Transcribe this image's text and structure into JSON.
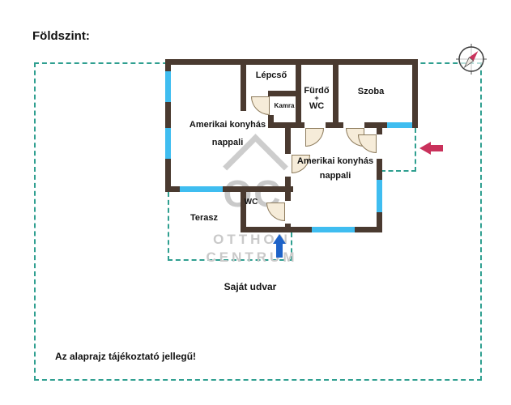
{
  "page": {
    "title": "Földszint:",
    "disclaimer": "Az alaprajz tájékoztató jellegű!"
  },
  "floorplan": {
    "rooms": {
      "staircase": "Lépcső",
      "bathroom": "Fürdő",
      "bathroom_plus": "+",
      "bathroom_wc": "WC",
      "bedroom": "Szoba",
      "pantry": "Kamra",
      "living_left_line1": "Amerikai konyhás",
      "living_left_line2": "nappali",
      "living_right_line1": "Amerikai konyhás",
      "living_right_line2": "nappali",
      "wc": "WC",
      "terrace": "Terasz",
      "yard": "Saját udvar"
    },
    "colors": {
      "wall": "#4a3a30",
      "window": "#3fbdf0",
      "boundary_dash": "#2f9f90",
      "door_fill": "#f6ecd9",
      "door_stroke": "#8d7b5c",
      "entry_arrow": "#c9315b",
      "terrace_arrow": "#1e63c8",
      "watermark": "#c9c9c9"
    }
  },
  "watermark": {
    "logo": "OC",
    "line1": "OTTHON",
    "line2": "CENTRUM"
  }
}
